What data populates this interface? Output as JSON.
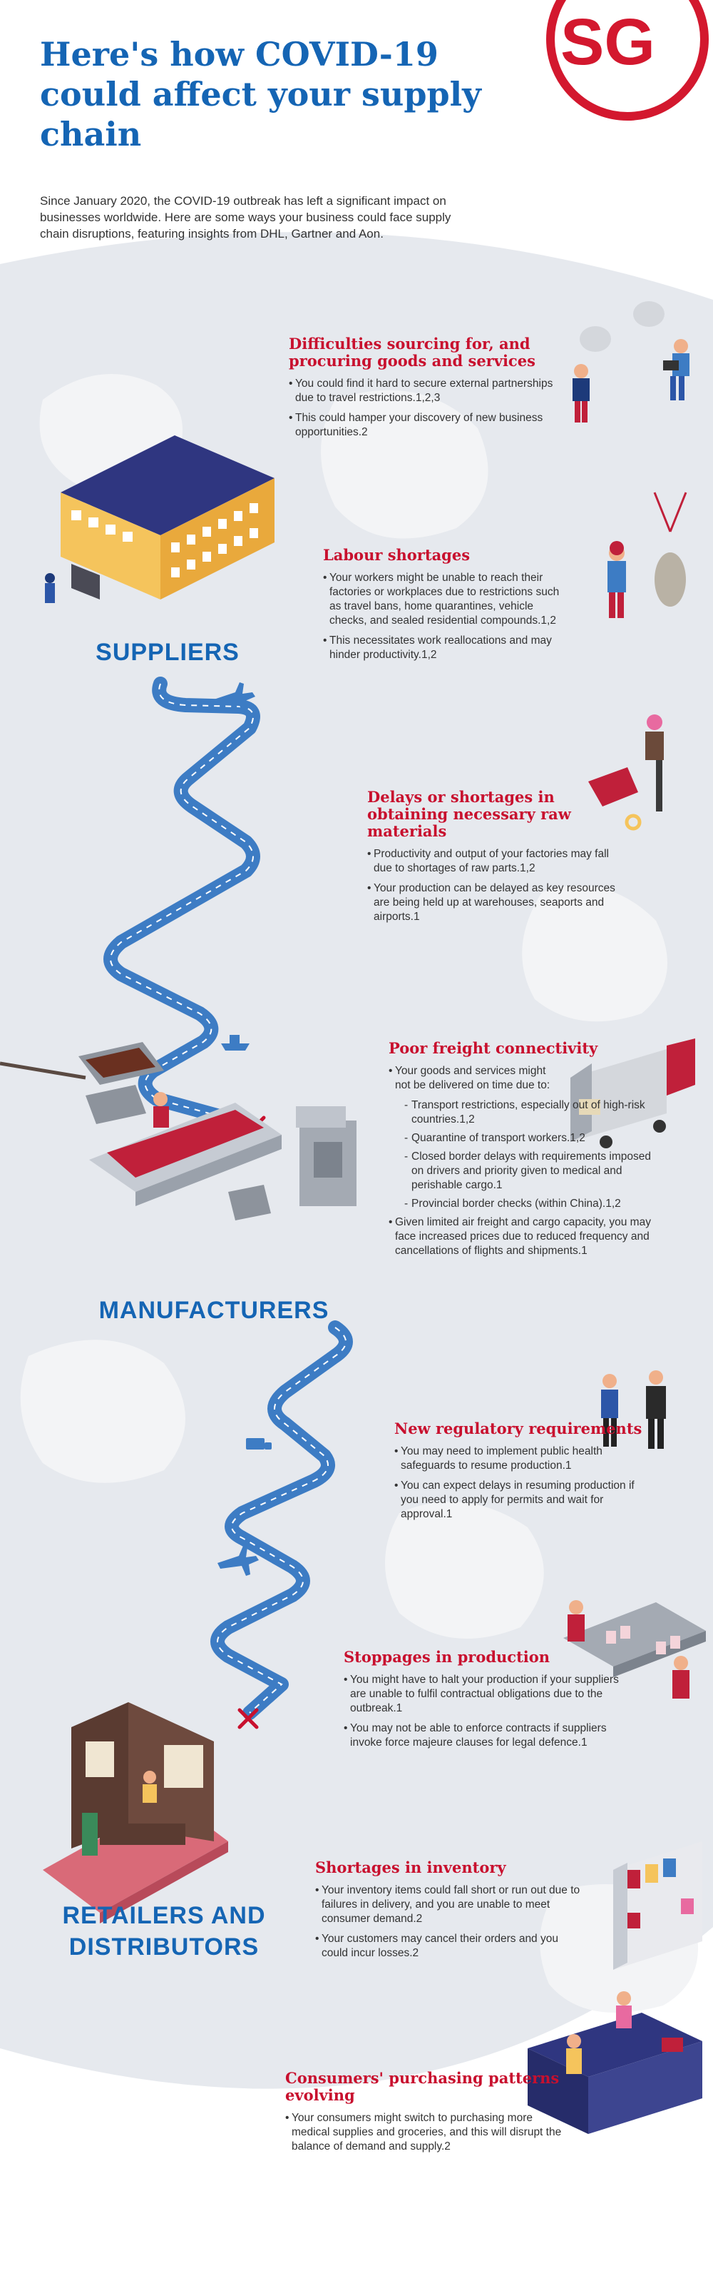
{
  "logo": {
    "text": "SG",
    "color": "#d3182e"
  },
  "title": "Here's how COVID-19 could affect your supply chain",
  "intro": "Since January 2020, the COVID-19 outbreak has left a significant impact on businesses worldwide. Here are some ways your business could face supply chain disruptions, featuring insights from DHL, Gartner and Aon.",
  "stages": {
    "suppliers": "SUPPLIERS",
    "manufacturers": "MANUFACTURERS",
    "retailers_line1": "RETAILERS AND",
    "retailers_line2": "DISTRIBUTORS"
  },
  "colors": {
    "title_blue": "#1565b4",
    "heading_red": "#c8102e",
    "globe_grey": "#e3e6eb",
    "road_blue": "#3d7cc4"
  },
  "sections": [
    {
      "title": "Difficulties sourcing for, and procuring goods and services",
      "bullets": [
        "You could find it hard to secure external partnerships due to travel restrictions.1,2,3",
        "This could hamper your discovery of new business opportunities.2"
      ]
    },
    {
      "title": "Labour shortages",
      "bullets": [
        "Your workers might be unable to reach their factories or workplaces due to restrictions such as travel bans, home quarantines, vehicle checks, and sealed residential compounds.1,2",
        "This necessitates work reallocations and may hinder productivity.1,2"
      ]
    },
    {
      "title": "Delays or shortages in obtaining necessary raw materials",
      "bullets": [
        "Productivity and output of your factories may fall due to shortages of raw parts.1,2",
        "Your production can be delayed as key resources are being held up at warehouses, seaports and airports.1"
      ]
    },
    {
      "title": "Poor freight connectivity",
      "bullets": [
        "Your goods and services might not be delivered on time due to:",
        "Transport restrictions, especially out of high-risk countries.1,2",
        "Quarantine of transport workers.1,2",
        "Closed border delays with requirements imposed on drivers and priority given to medical and perishable cargo.1",
        "Provincial border checks (within China).1,2",
        "Given limited air freight and cargo capacity, you may face increased prices due to reduced frequency and cancellations of flights and shipments.1"
      ]
    },
    {
      "title": "New regulatory requirements",
      "bullets": [
        "You may need to implement public health safeguards to resume production.1",
        "You can expect delays in resuming production if you need to apply for permits and wait for approval.1"
      ]
    },
    {
      "title": "Stoppages in production",
      "bullets": [
        "You might have to halt your production if your suppliers are unable to fulfil contractual obligations due to the outbreak.1",
        "You may not be able to enforce contracts if suppliers invoke force majeure clauses for legal defence.1"
      ]
    },
    {
      "title": "Shortages in inventory",
      "bullets": [
        "Your inventory items could fall short or run out due to failures in delivery, and you are unable to meet consumer demand.2",
        "Your customers may cancel their orders and you could incur losses.2"
      ]
    },
    {
      "title": "Consumers' purchasing patterns evolving",
      "bullets": [
        "Your consumers might switch to purchasing more medical supplies and groceries, and this will disrupt the balance of demand and supply.2"
      ]
    }
  ]
}
